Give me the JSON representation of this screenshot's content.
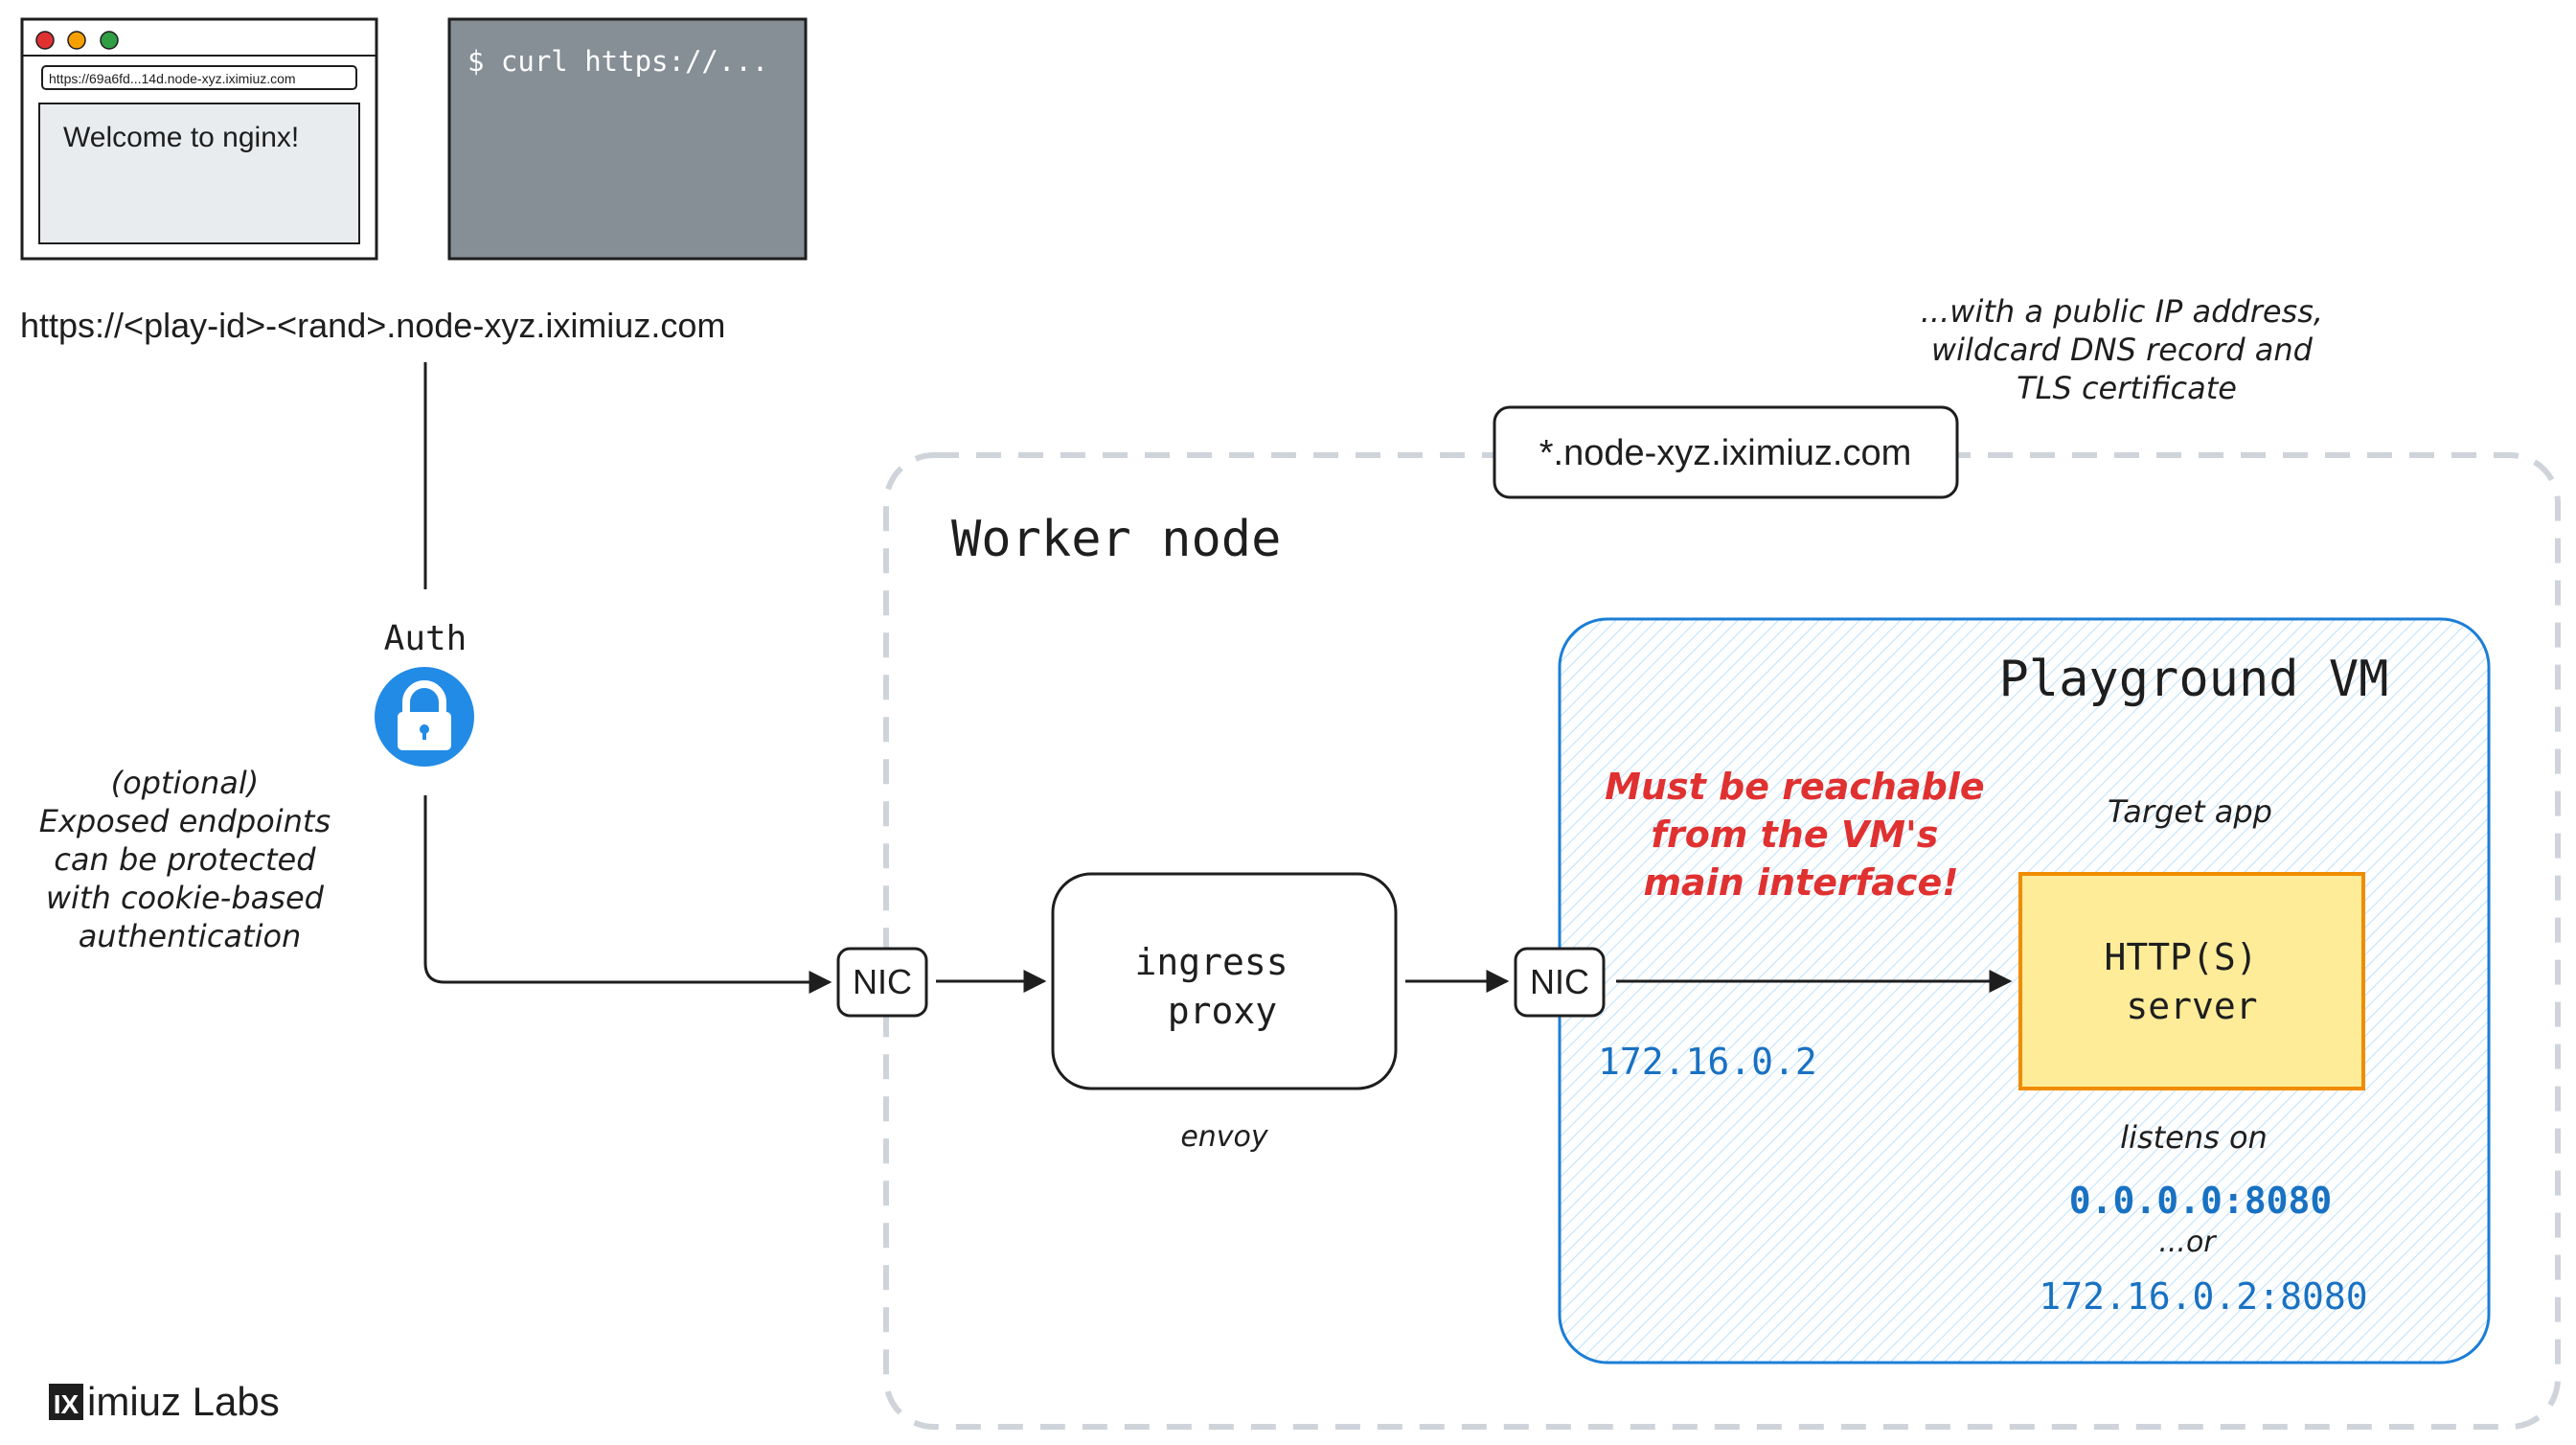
{
  "browser": {
    "url": "https://69a6fd...14d.node-xyz.iximiuz.com",
    "page_text": "Welcome to nginx!"
  },
  "terminal": {
    "command": "$ curl https://..."
  },
  "public_url": "https://<play-id>-<rand>.node-xyz.iximiuz.com",
  "auth": {
    "label": "Auth",
    "icon": "lock-icon",
    "note_lines": [
      "(optional)",
      "Exposed endpoints",
      "can be protected",
      "with cookie-based",
      "authentication"
    ]
  },
  "dns_note_lines": [
    "...with a public IP address,",
    "wildcard DNS record and",
    "TLS certificate"
  ],
  "wildcard_domain": "*.node-xyz.iximiuz.com",
  "worker_node": {
    "label": "Worker node"
  },
  "nic_left": "NIC",
  "ingress": {
    "lines": [
      "ingress",
      "proxy"
    ],
    "caption": "envoy"
  },
  "vm": {
    "label": "Playground VM",
    "nic": "NIC",
    "ip": "172.16.0.2",
    "warning_lines": [
      "Must be reachable",
      "from the VM's",
      "main interface!"
    ],
    "target_caption": "Target app",
    "server_lines": [
      "HTTP(S)",
      "server"
    ],
    "listens_label": "listens on",
    "addr1": "0.0.0.0:8080",
    "or_label": "...or",
    "addr2": "172.16.0.2:8080"
  },
  "logo": {
    "mark": "IX",
    "text": "imiuz Labs"
  },
  "colors": {
    "blue_text": "#1971c2",
    "red_text": "#e03131",
    "lock_blue": "#228be6",
    "server_fill": "#ffec99",
    "server_stroke": "#f08c00",
    "vm_stroke": "#1c7ed6",
    "terminal_fill": "#868e96"
  }
}
